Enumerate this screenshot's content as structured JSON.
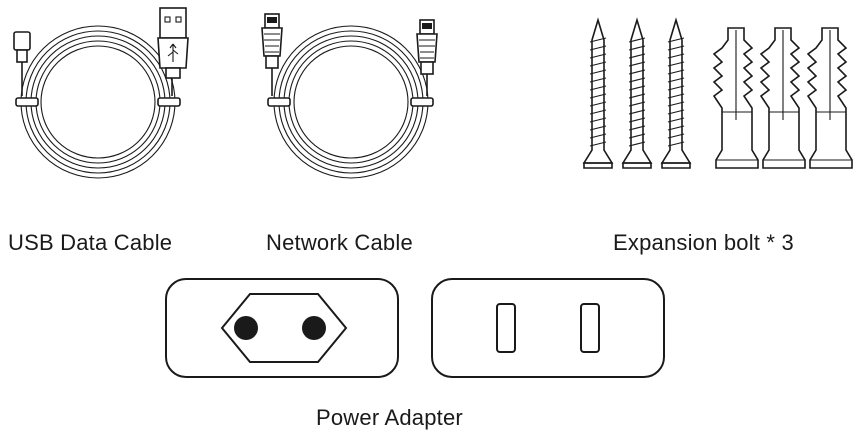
{
  "items": {
    "usb_cable": {
      "label": "USB Data Cable",
      "icon": "usb-cable-icon"
    },
    "network_cable": {
      "label": "Network Cable",
      "icon": "network-cable-icon"
    },
    "expansion_bolt": {
      "label": "Expansion bolt * 3",
      "icon": "screw-and-anchor-icon"
    },
    "power_adapter": {
      "label": "Power Adapter",
      "icon": "plug-adapter-icon"
    }
  },
  "colors": {
    "line": "#1a1a1a",
    "background": "#ffffff"
  }
}
